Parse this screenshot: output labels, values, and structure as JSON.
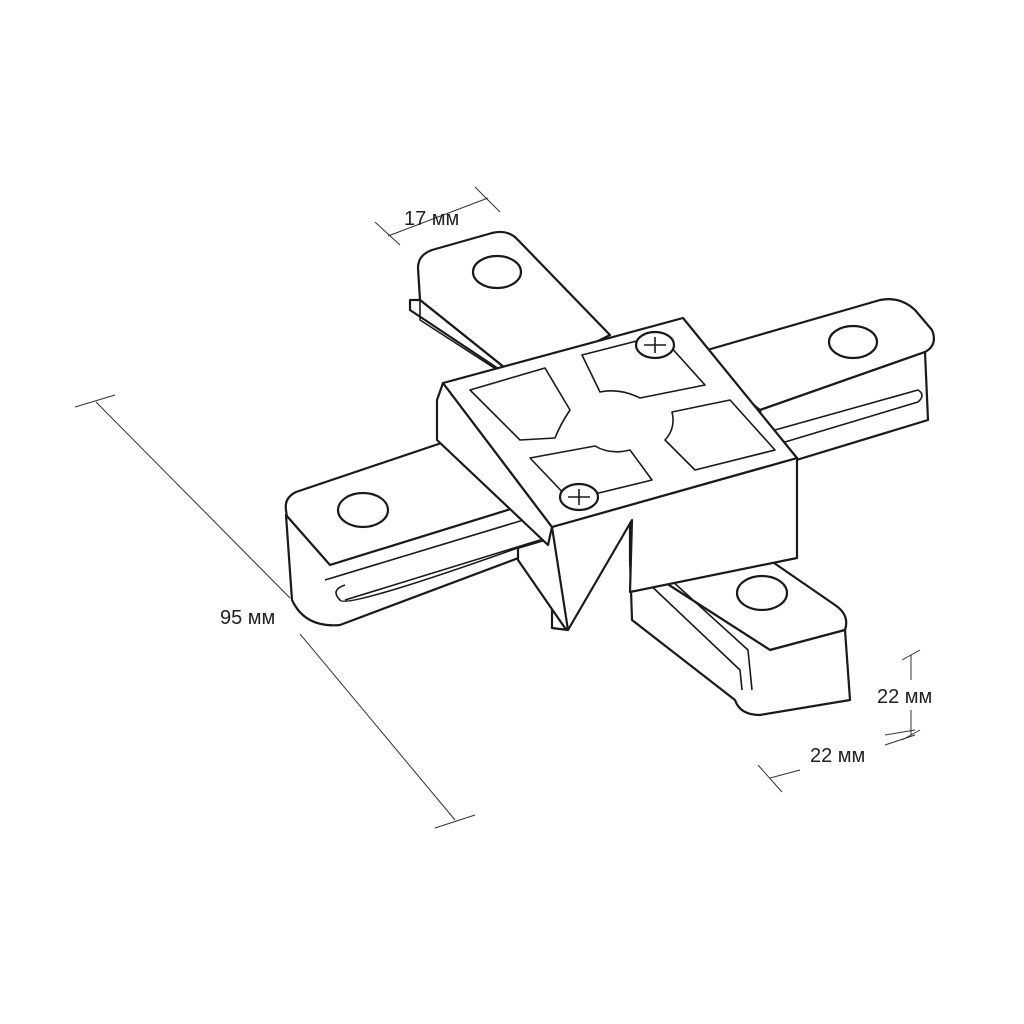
{
  "title": "Cross connector dimension drawing",
  "dimensions": {
    "arm_width": "17 мм",
    "overall_length": "95 мм",
    "height": "22 мм",
    "depth": "22 мм"
  },
  "colors": {
    "line": "#1a1a1a",
    "background": "#ffffff"
  }
}
